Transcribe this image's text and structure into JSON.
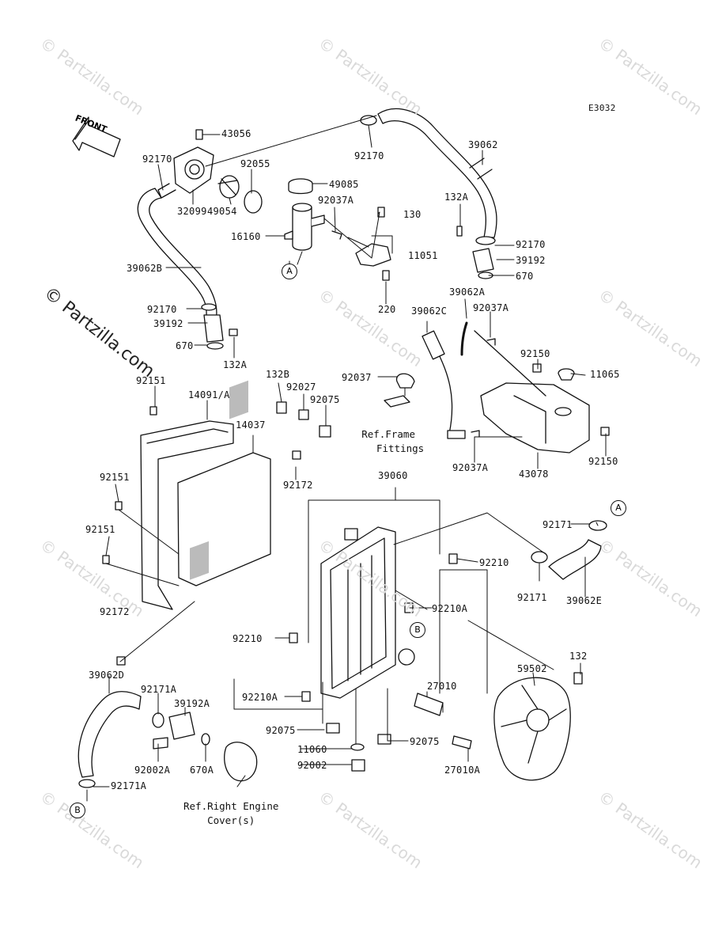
{
  "diagram_code": "E3032",
  "front_label": "FRONT",
  "watermark": "© Partzilla.com",
  "callouts": {
    "a": "A",
    "b": "B"
  },
  "notes": {
    "frame": [
      "Ref.Frame",
      "Fittings"
    ],
    "engine": [
      "Ref.Right Engine",
      "Cover(s)"
    ]
  },
  "labels": {
    "p43056": "43056",
    "p92170_top": "92170",
    "p92170_left": "92170",
    "p92055": "92055",
    "p49085": "49085",
    "p32099": "32099",
    "p49054": "49054",
    "p92037A_top": "92037A",
    "p130": "130",
    "p16160": "16160",
    "p11051": "11051",
    "p39062": "39062",
    "p132A_right": "132A",
    "p92170_right": "92170",
    "p39192_right": "39192",
    "p670_right": "670",
    "p39062B": "39062B",
    "p220": "220",
    "p92170_mid": "92170",
    "p39192_left": "39192",
    "p670_left": "670",
    "p132A_left": "132A",
    "p39062A": "39062A",
    "p92037A_mid": "92037A",
    "p39062C": "39062C",
    "p92150_top": "92150",
    "p11065": "11065",
    "p92037": "92037",
    "p92151_top": "92151",
    "p14091A": "14091/A",
    "p132B": "132B",
    "p92027": "92027",
    "p92075_top": "92075",
    "p14037": "14037",
    "p92037A_low": "92037A",
    "p43078": "43078",
    "p92150_low": "92150",
    "p92172_top": "92172",
    "p92151_mid": "92151",
    "p39060": "39060",
    "p92151_low": "92151",
    "p92171_top": "92171",
    "p92210_right": "92210",
    "p92171_low": "92171",
    "p39062E": "39062E",
    "p92210A_right": "92210A",
    "p92172_low": "92172",
    "p92210_left": "92210",
    "p132": "132",
    "p59502": "59502",
    "p39062D": "39062D",
    "p92171A_top": "92171A",
    "p27010": "27010",
    "p92210A_left": "92210A",
    "p39192A": "39192A",
    "p92075_left": "92075",
    "p92075_right": "92075",
    "p11060": "11060",
    "p92002A": "92002A",
    "p670A": "670A",
    "p27010A": "27010A",
    "p92002": "92002",
    "p92171A_low": "92171A"
  }
}
